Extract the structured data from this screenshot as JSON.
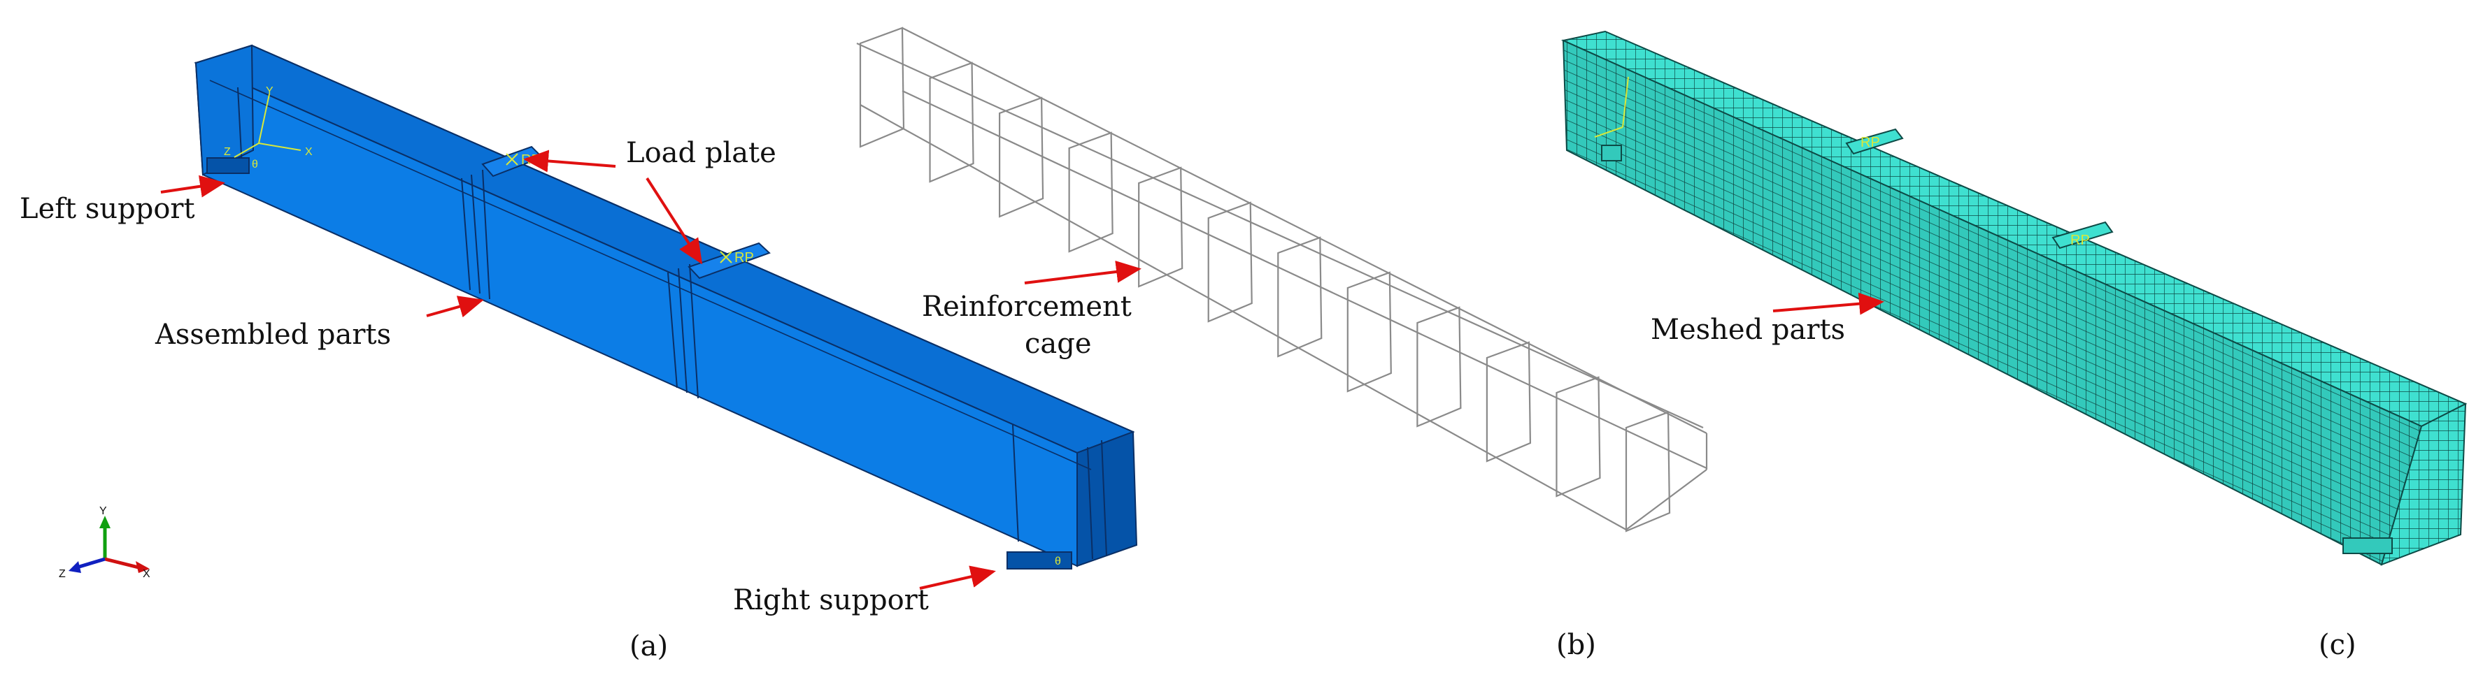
{
  "labels": {
    "left_support": "Left support",
    "assembled_parts": "Assembled parts",
    "load_plate": "Load plate",
    "right_support": "Right support",
    "reinforcement_line1": "Reinforcement",
    "reinforcement_line2": "cage",
    "meshed_parts": "Meshed parts"
  },
  "captions": {
    "a": "(a)",
    "b": "(b)",
    "c": "(c)"
  },
  "markers": {
    "ref_point": "RP",
    "theta": "θ"
  },
  "axes": {
    "x": "X",
    "y": "Y",
    "z": "Z"
  },
  "colors": {
    "beam_top": "#0a6fd4",
    "beam_side": "#0c7de6",
    "beam_end": "#0553a8",
    "cage": "#8a8a8a",
    "mesh_fill": "#3fe0d0",
    "mesh_line": "#0d4a46",
    "arrow": "#e01010",
    "marker": "#d8e83a"
  }
}
